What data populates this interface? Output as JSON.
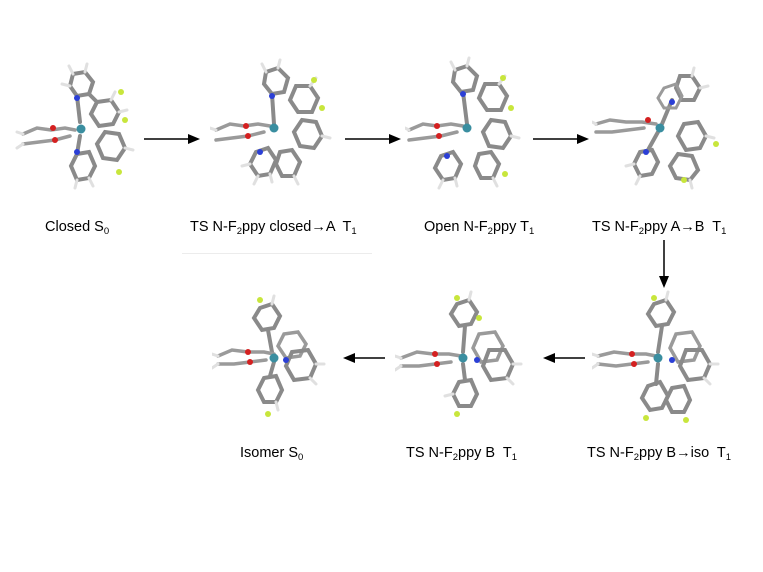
{
  "diagram": {
    "row1": [
      {
        "name": "Closed",
        "sub": "0",
        "prefix_letter": "S",
        "display": "closed-s0"
      },
      {
        "name": "TS N-F2ppy closed→A T1"
      },
      {
        "name": "Open N-F2ppy T1"
      },
      {
        "name": "TS N-F2ppy A→B T1"
      }
    ],
    "row2": [
      {
        "name": "Isomer S0"
      },
      {
        "name": "TS N-F2ppy B T1"
      },
      {
        "name": "TS N-F2ppy B→iso T1"
      }
    ]
  },
  "labels": {
    "closed": {
      "main": "Closed S",
      "sub": "0"
    },
    "ts_closed_a": {
      "pre": "TS N-F",
      "sub1": "2",
      "mid": "ppy closed→A  T",
      "sub2": "1"
    },
    "open": {
      "pre": "Open N-F",
      "sub1": "2",
      "mid": "ppy T",
      "sub2": "1"
    },
    "ts_a_b": {
      "pre": "TS N-F",
      "sub1": "2",
      "mid": "ppy A→B  T",
      "sub2": "1"
    },
    "isomer": {
      "main": "Isomer S",
      "sub": "0"
    },
    "ts_b": {
      "pre": "TS N-F",
      "sub1": "2",
      "mid": "ppy B  T",
      "sub2": "1"
    },
    "ts_b_iso": {
      "pre": "TS N-F",
      "sub1": "2",
      "mid": "ppy B→iso  T",
      "sub2": "1"
    }
  },
  "colors": {
    "carbon": "#8a8a8a",
    "hydrogen": "#e6e6e6",
    "nitrogen": "#2b3fd6",
    "oxygen": "#d42020",
    "fluorine": "#c8e63c",
    "metal": "#3a8ea0",
    "arrow": "#000000"
  }
}
